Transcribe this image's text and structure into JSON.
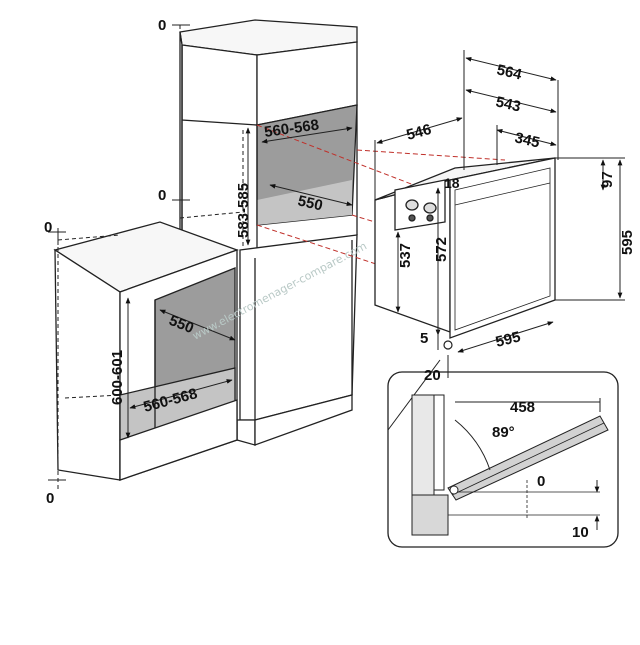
{
  "diagram": {
    "watermark": "www.electromenager-compare.com",
    "column_cabinet": {
      "top_clearance": "0",
      "niche_width": "560-568",
      "niche_depth": "550",
      "niche_height": "583-585",
      "side_clearance": "0"
    },
    "under_counter_cabinet": {
      "top_clearance": "0",
      "niche_depth": "550",
      "niche_width": "560-568",
      "niche_height": "600-601",
      "bottom_clearance": "0"
    },
    "oven": {
      "depth_total": "564",
      "depth_body": "546",
      "depth_543": "543",
      "depth_345": "345",
      "offset_18": "18",
      "height_97": "97",
      "height_537": "537",
      "height_572": "572",
      "height_595": "595",
      "width_595": "595",
      "gap_5": "5",
      "door_20": "20"
    },
    "door_detail": {
      "door_length": "458",
      "angle": "89°",
      "clearance_0": "0",
      "clearance_10": "10"
    }
  }
}
